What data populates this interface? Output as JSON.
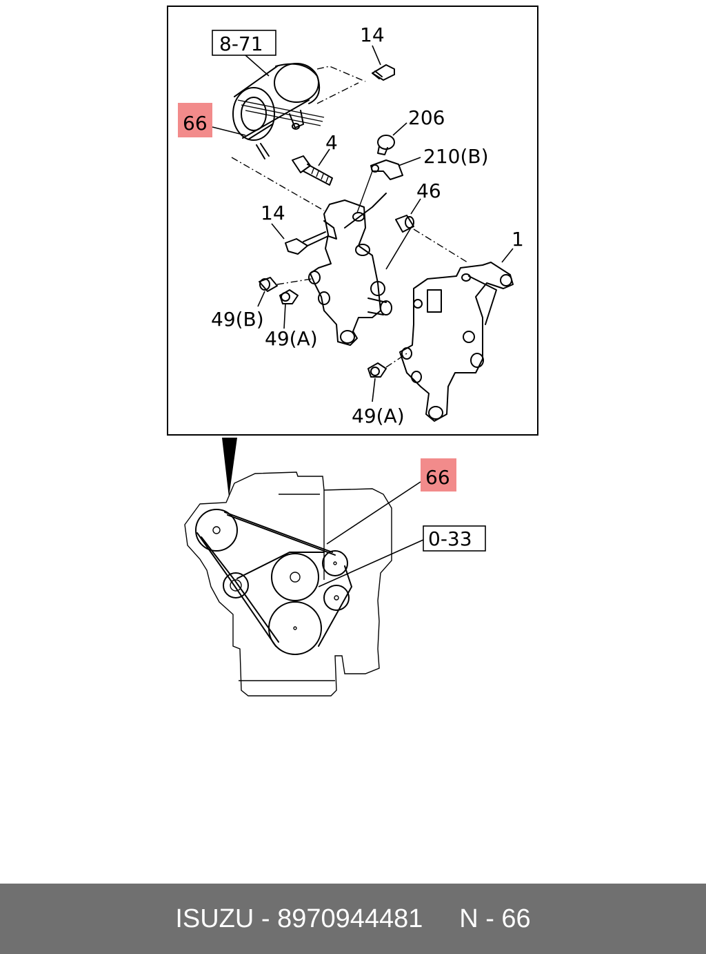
{
  "callouts": {
    "ref_871": "8-71",
    "part_14_top": "14",
    "part_66_top": "66",
    "part_206": "206",
    "part_4": "4",
    "part_210b": "210(B)",
    "part_46": "46",
    "part_14_mid": "14",
    "part_1": "1",
    "part_49b": "49(B)",
    "part_49a_left": "49(A)",
    "part_49a_bottom": "49(A)",
    "part_66_bottom": "66",
    "ref_033": "0-33"
  },
  "highlight_color": "#f28b8b",
  "footer": {
    "text": "ISUZU - 8970944481     N - 66"
  }
}
